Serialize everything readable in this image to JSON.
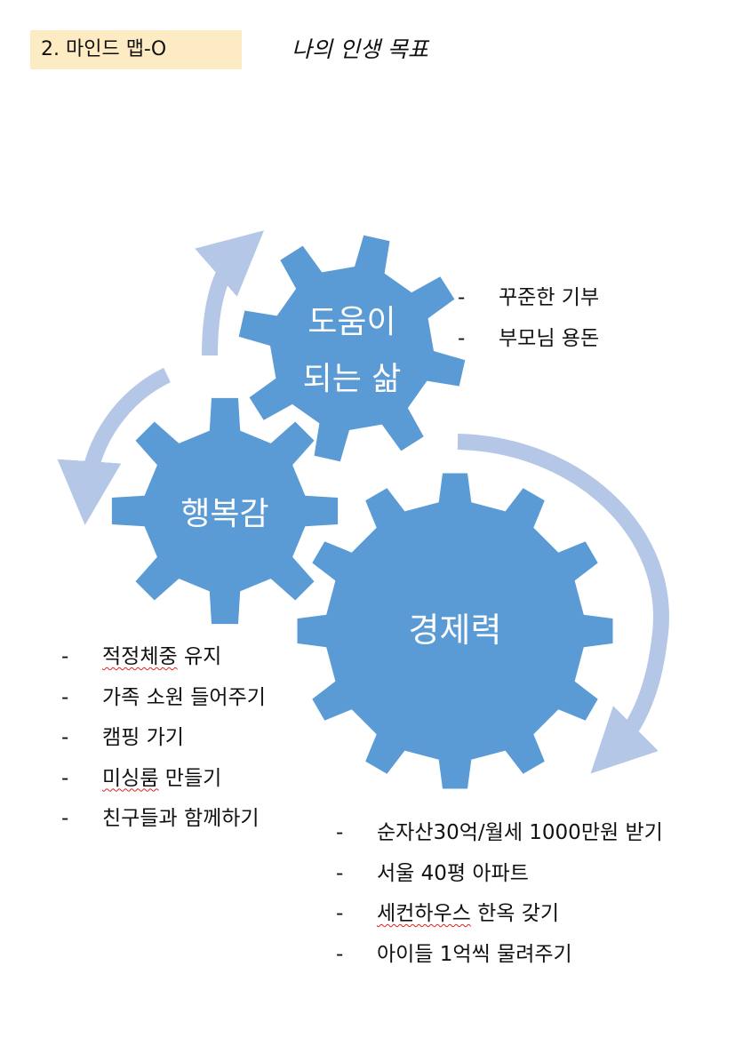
{
  "header": {
    "section_label": "2. 마인드 맵-O",
    "subtitle": "나의 인생 목표"
  },
  "colors": {
    "gear": "#5b9bd5",
    "arrow": "#b4c7e7",
    "label_bg": "#fdebc4"
  },
  "gears": {
    "giving": {
      "line1": "도움이",
      "line2": "되는 삶"
    },
    "happiness": {
      "label": "행복감"
    },
    "economic": {
      "label": "경제력"
    }
  },
  "lists": {
    "giving": [
      {
        "dash": "-",
        "text": "꾸준한 기부"
      },
      {
        "dash": "-",
        "text": "부모님 용돈"
      }
    ],
    "happiness": [
      {
        "dash": "-",
        "underlined": "적정체중",
        "rest": " 유지"
      },
      {
        "dash": "-",
        "text": "가족 소원 들어주기"
      },
      {
        "dash": "-",
        "text": "캠핑 가기"
      },
      {
        "dash": "-",
        "underlined": "미싱룸",
        "rest": " 만들기"
      },
      {
        "dash": "-",
        "text": "친구들과 함께하기"
      }
    ],
    "economic": [
      {
        "dash": "-",
        "text": "순자산30억/월세 1000만원 받기"
      },
      {
        "dash": "-",
        "text": "서울 40평 아파트"
      },
      {
        "dash": "-",
        "underlined": "세컨하우스",
        "rest": " 한옥 갖기"
      },
      {
        "dash": "-",
        "text": "아이들 1억씩 물려주기"
      }
    ]
  }
}
